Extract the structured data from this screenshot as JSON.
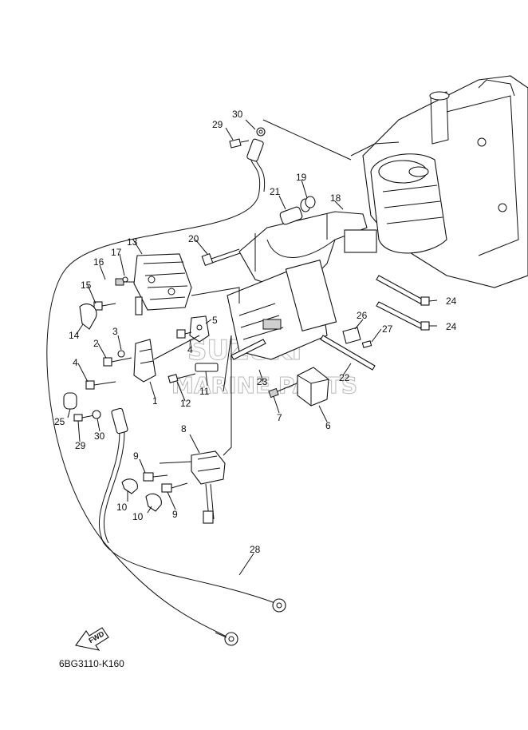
{
  "diagram": {
    "code": "6BG3110-K160",
    "fwd_label": "FWD",
    "watermark": {
      "line1": "SUZUKI",
      "line2": "MARINE PARTS"
    },
    "callouts": [
      {
        "id": "c30a",
        "text": "30"
      },
      {
        "id": "c29a",
        "text": "29"
      },
      {
        "id": "c19",
        "text": "19"
      },
      {
        "id": "c21",
        "text": "21"
      },
      {
        "id": "c18",
        "text": "18"
      },
      {
        "id": "c13",
        "text": "13"
      },
      {
        "id": "c20",
        "text": "20"
      },
      {
        "id": "c17",
        "text": "17"
      },
      {
        "id": "c16",
        "text": "16"
      },
      {
        "id": "c15",
        "text": "15"
      },
      {
        "id": "c14",
        "text": "14"
      },
      {
        "id": "c3",
        "text": "3"
      },
      {
        "id": "c5",
        "text": "5"
      },
      {
        "id": "c2",
        "text": "2"
      },
      {
        "id": "c4a",
        "text": "4"
      },
      {
        "id": "c4b",
        "text": "4"
      },
      {
        "id": "c24a",
        "text": "24"
      },
      {
        "id": "c24b",
        "text": "24"
      },
      {
        "id": "c26",
        "text": "26"
      },
      {
        "id": "c27",
        "text": "27"
      },
      {
        "id": "c1",
        "text": "1"
      },
      {
        "id": "c12",
        "text": "12"
      },
      {
        "id": "c11",
        "text": "11"
      },
      {
        "id": "c23",
        "text": "23"
      },
      {
        "id": "c22",
        "text": "22"
      },
      {
        "id": "c25",
        "text": "25"
      },
      {
        "id": "c29b",
        "text": "29"
      },
      {
        "id": "c30b",
        "text": "30"
      },
      {
        "id": "c7",
        "text": "7"
      },
      {
        "id": "c6",
        "text": "6"
      },
      {
        "id": "c8",
        "text": "8"
      },
      {
        "id": "c9a",
        "text": "9"
      },
      {
        "id": "c9b",
        "text": "9"
      },
      {
        "id": "c10a",
        "text": "10"
      },
      {
        "id": "c10b",
        "text": "10"
      },
      {
        "id": "c28",
        "text": "28"
      }
    ]
  },
  "colors": {
    "line": "#111111",
    "watermark": "#b8b8b8",
    "background": "#ffffff"
  }
}
